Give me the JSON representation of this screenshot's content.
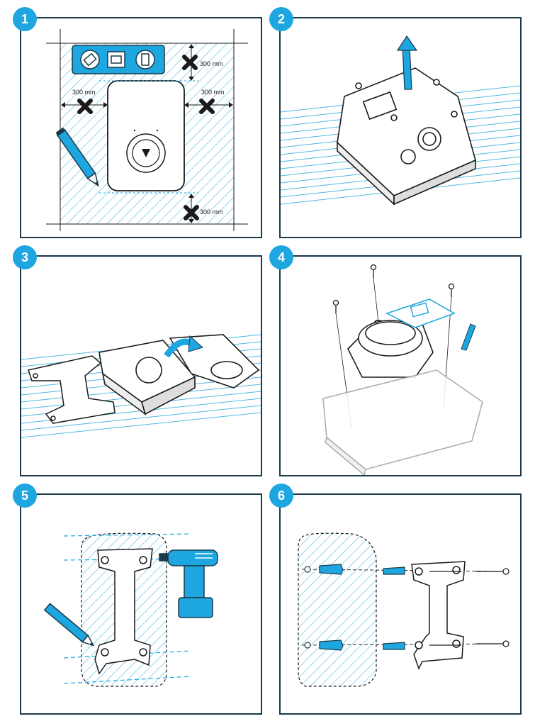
{
  "steps": [
    {
      "number": "1",
      "labels": {
        "top": "300 mm",
        "left": "300 mm",
        "right": "300 mm",
        "bottom": "300 mm"
      }
    },
    {
      "number": "2"
    },
    {
      "number": "3"
    },
    {
      "number": "4"
    },
    {
      "number": "5"
    },
    {
      "number": "6"
    }
  ],
  "colors": {
    "accent": "#1ea6e0",
    "frame": "#1a3a4a",
    "hatch": "#4fb9e3"
  }
}
